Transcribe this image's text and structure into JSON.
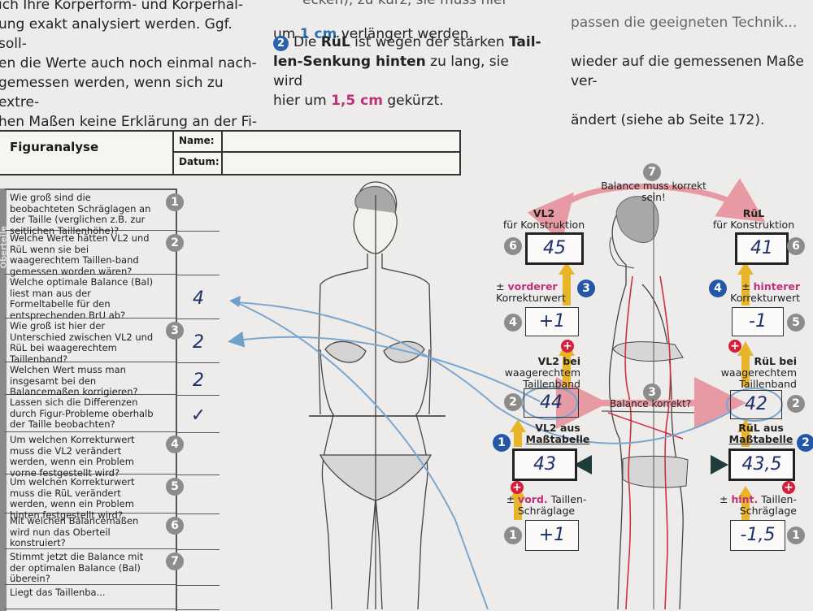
{
  "top_text": {
    "left_paragraph": "ich Ihre Körperform- und Körperhal-\nung exakt analysiert werden. Ggf. soll-\nen die Werte auch noch einmal nach-\ngemessen werden, wenn sich zu extre-\nhen Maßen keine Erklärung an der Fi-\nur erkennen lässt.",
    "mid_line1": "ecken), zu kurz, sie muss hier",
    "mid_line2_pre": "um ",
    "mid_line2_val": "1 cm",
    "mid_line2_post": " verlängert werden.",
    "note2_num": "2",
    "note2_a": "Die ",
    "note2_b": "RüL",
    "note2_c": " ist wegen der starken ",
    "note2_d": "Tail-",
    "note2_e": "len-Senkung hinten",
    "note2_f": " zu lang, sie wird",
    "note2_g": "hier um ",
    "note2_h": "1,5 cm",
    "note2_i": " gekürzt.",
    "right_line1": "passen die geeigneten Technik...",
    "right_line2": "wieder auf die gemessenen Maße ver-",
    "right_line3": "ändert (siehe ab Seite 172)."
  },
  "form": {
    "title": "Figuranalyse",
    "name_label": "Name:",
    "date_label": "Datum:",
    "side_label": "Oberteile",
    "questions": [
      {
        "num": "1",
        "text": "Wie groß sind die beobachteten Schräglagen an der Taille (verglichen z.B. zur seitlichen Taillenhöhe)?",
        "answer": ""
      },
      {
        "num": "2",
        "text": "Welche Werte hätten VL2 und RüL wenn sie bei waagerechtem Taillen-band gemessen worden wären?",
        "answer": ""
      },
      {
        "num": "",
        "text": "Welche optimale Balance (Bal) liest man aus der Formeltabelle für den entsprechenden BrU ab?",
        "answer": "4"
      },
      {
        "num": "3",
        "text": "Wie groß ist hier der Unterschied zwischen VL2 und RüL bei waagerechtem Taillenband?",
        "answer": "2"
      },
      {
        "num": "",
        "text": "Welchen Wert muss man insgesamt bei den Balancemaßen korrigieren?",
        "answer": "2"
      },
      {
        "num": "",
        "text": "Lassen sich die Differenzen durch Figur-Probleme oberhalb der Taille beobachten?",
        "answer": "✓"
      },
      {
        "num": "4",
        "text": "Um welchen Korrekturwert muss die VL2 verändert werden, wenn ein Problem vorne festgestellt wird?",
        "answer": ""
      },
      {
        "num": "5",
        "text": "Um welchen Korrekturwert muss die RüL verändert werden, wenn ein Problem hinten festgestellt wird?",
        "answer": ""
      },
      {
        "num": "6",
        "text": "Mit welchen Balancemaßen wird nun das Oberteil konstruiert?",
        "answer": ""
      },
      {
        "num": "7",
        "text": "Stimmt jetzt die Balance mit der optimalen Balance (Bal) überein?",
        "answer": ""
      },
      {
        "num": "",
        "text": "Liegt das Taillenba...",
        "answer": ""
      }
    ]
  },
  "diagram": {
    "balance_top": "Balance muss korrekt sein!",
    "balance_top_num": "7",
    "balance_mid": "Balance korrekt?",
    "balance_mid_num": "3",
    "left": {
      "konstr_label1": "VL2",
      "konstr_label2": "für Konstruktion",
      "konstr_value": "45",
      "konstr_num": "6",
      "korr_label1": "± ",
      "korr_label1b": "vorderer",
      "korr_label2": "Korrekturwert",
      "korr_value": "+1",
      "korr_num_grey": "4",
      "korr_num_blue": "3",
      "waag_label1": "VL2 bei",
      "waag_label2": "waagerechtem",
      "waag_label3": "Taillenband",
      "waag_value": "44",
      "waag_num": "2",
      "mass_label1": "VL2 aus",
      "mass_label2": "Maßtabelle",
      "mass_value": "43",
      "mass_num": "1",
      "schr_label1": "± ",
      "schr_label1b": "vord.",
      "schr_label1c": " Taillen-",
      "schr_label2": "Schräglage",
      "schr_value": "+1",
      "schr_num": "1"
    },
    "right": {
      "konstr_label1": "RüL",
      "konstr_label2": "für Konstruktion",
      "konstr_value": "41",
      "konstr_num": "6",
      "korr_label1": "± ",
      "korr_label1b": "hinterer",
      "korr_label2": "Korrekturwert",
      "korr_value": "-1",
      "korr_num_grey": "5",
      "korr_num_blue": "4",
      "waag_label1": "RüL bei",
      "waag_label2": "waagerechtem",
      "waag_label3": "Taillenband",
      "waag_value": "42",
      "waag_num": "2",
      "mass_label1": "RüL aus",
      "mass_label2": "Maßtabelle",
      "mass_value": "43,5",
      "mass_num": "2",
      "schr_label1": "± ",
      "schr_label1b": "hint.",
      "schr_label1c": " Taillen-",
      "schr_label2": "Schräglage",
      "schr_value": "-1,5",
      "schr_num": "1"
    }
  },
  "colors": {
    "accent_pink": "#c0307a",
    "accent_blue": "#2d6fb5",
    "arrow_yellow": "#e8b52a",
    "arrow_pink": "#e79aa3",
    "line_blue": "#7aa6cf",
    "figure_red": "#d0303a"
  }
}
